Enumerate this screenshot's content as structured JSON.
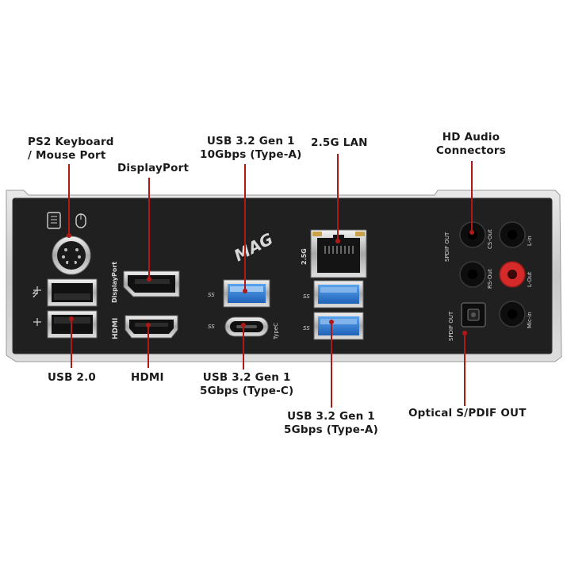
{
  "labels": {
    "ps2": [
      "PS2 Keyboard",
      "/ Mouse Port"
    ],
    "displayport": "DisplayPort",
    "usb10": [
      "USB 3.2 Gen 1",
      "10Gbps (Type-A)"
    ],
    "lan": "2.5G LAN",
    "audio": [
      "HD Audio",
      "Connectors"
    ],
    "usb2": "USB 2.0",
    "hdmi": "HDMI",
    "usbc": [
      "USB 3.2 Gen 1",
      "5Gbps (Type-C)"
    ],
    "usba5": [
      "USB 3.2 Gen 1",
      "5Gbps (Type-A)"
    ],
    "spdif": "Optical S/PDIF OUT"
  },
  "silkscreen": {
    "brand": "MAG",
    "displayport": "DisplayPort",
    "hdmi": "HDMI",
    "typec": "TypeC",
    "lan": "2.5G",
    "ss": "SS",
    "spdif": "SPDIF OUT",
    "cs_out": "CS-Out",
    "l_in": "L-in",
    "rs_out": "RS-Out",
    "l_out": "L-Out",
    "mic_in": "Mic-in"
  },
  "colors": {
    "leader": "#b01818",
    "panel": "#202020",
    "usb_blue": "#2f7fd6",
    "jack_red": "#d42a2a"
  }
}
